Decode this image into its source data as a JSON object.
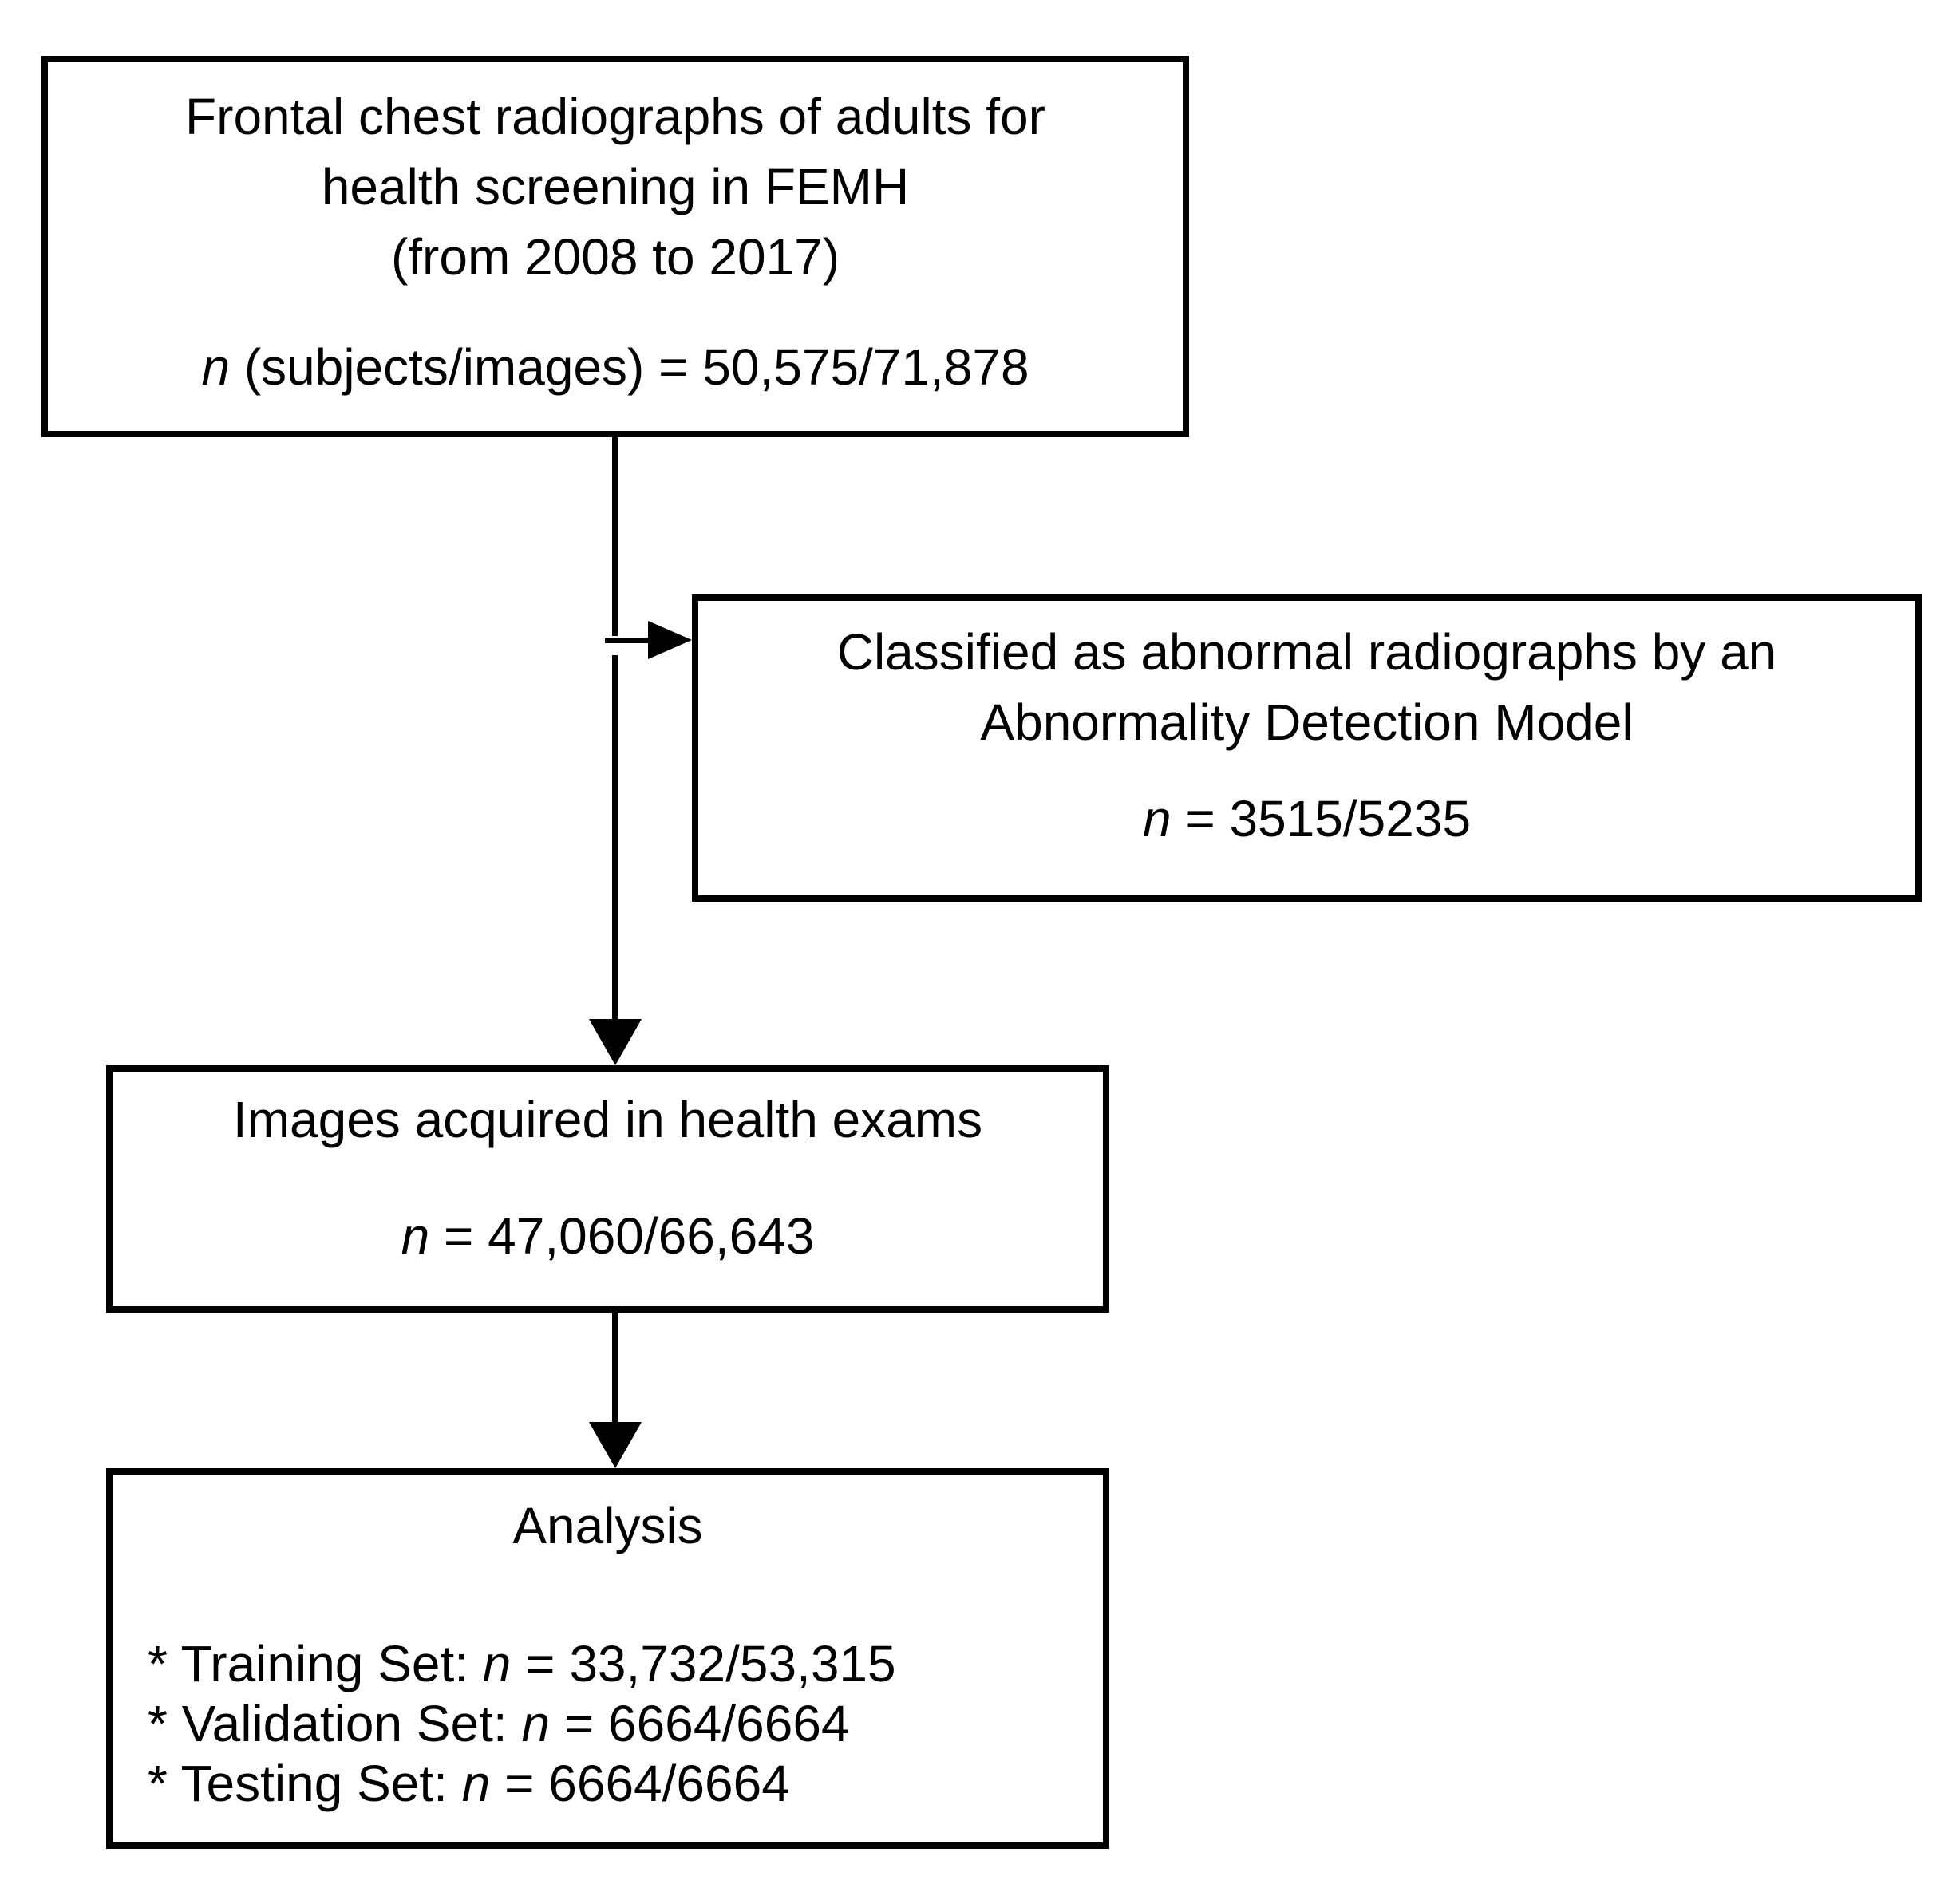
{
  "colors": {
    "ink": "#000000",
    "paper": "#ffffff"
  },
  "boxes": {
    "source": {
      "heading": [
        "Frontal chest radiographs of adults for",
        "health screening in FEMH",
        "(from 2008 to 2017)"
      ],
      "n_symbol": "n",
      "count": " (subjects/images) = 50,575/71,878"
    },
    "abnormal": {
      "heading": [
        "Classified as abnormal radiographs by an",
        "Abnormality Detection Model"
      ],
      "n_symbol": "n",
      "count": " = 3515/5235"
    },
    "health_exams": {
      "heading": [
        "Images acquired in health exams"
      ],
      "n_symbol": "n",
      "count": " = 47,060/66,643"
    },
    "analysis": {
      "title": "Analysis",
      "bullets": [
        {
          "prefix": "* Training Set: ",
          "n_symbol": "n",
          "rest": " = 33,732/53,315"
        },
        {
          "prefix": "* Validation Set: ",
          "n_symbol": "n",
          "rest": " = 6664/6664"
        },
        {
          "prefix": "* Testing Set: ",
          "n_symbol": "n",
          "rest": " = 6664/6664"
        }
      ]
    }
  }
}
